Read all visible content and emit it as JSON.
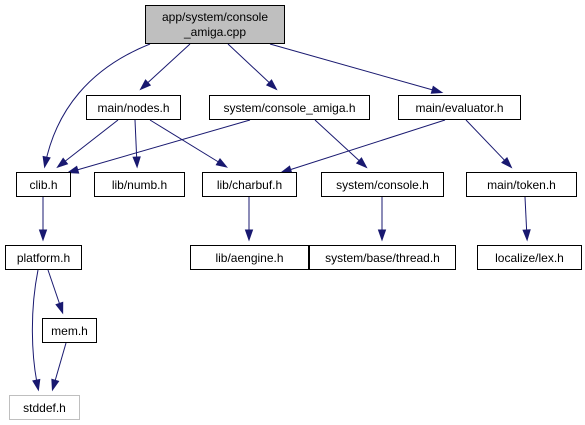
{
  "nodes": {
    "root": {
      "lines": [
        "app/system/console",
        "_amiga.cpp"
      ]
    },
    "main_nodes": {
      "lines": [
        "main/nodes.h"
      ]
    },
    "console_amiga": {
      "lines": [
        "system/console_amiga.h"
      ]
    },
    "evaluator": {
      "lines": [
        "main/evaluator.h"
      ]
    },
    "clib": {
      "lines": [
        "clib.h"
      ]
    },
    "numb": {
      "lines": [
        "lib/numb.h"
      ]
    },
    "charbuf": {
      "lines": [
        "lib/charbuf.h"
      ]
    },
    "console": {
      "lines": [
        "system/console.h"
      ]
    },
    "token": {
      "lines": [
        "main/token.h"
      ]
    },
    "platform": {
      "lines": [
        "platform.h"
      ]
    },
    "aengine": {
      "lines": [
        "lib/aengine.h"
      ]
    },
    "thread": {
      "lines": [
        "system/base/thread.h"
      ]
    },
    "lex": {
      "lines": [
        "localize/lex.h"
      ]
    },
    "mem": {
      "lines": [
        "mem.h"
      ]
    },
    "stddef": {
      "lines": [
        "stddef.h"
      ]
    }
  },
  "edges": [
    [
      "root",
      "main_nodes"
    ],
    [
      "root",
      "console_amiga"
    ],
    [
      "root",
      "evaluator"
    ],
    [
      "root",
      "clib"
    ],
    [
      "main_nodes",
      "clib"
    ],
    [
      "main_nodes",
      "numb"
    ],
    [
      "main_nodes",
      "charbuf"
    ],
    [
      "console_amiga",
      "clib"
    ],
    [
      "console_amiga",
      "console"
    ],
    [
      "evaluator",
      "charbuf"
    ],
    [
      "evaluator",
      "token"
    ],
    [
      "clib",
      "platform"
    ],
    [
      "charbuf",
      "aengine"
    ],
    [
      "console",
      "thread"
    ],
    [
      "token",
      "lex"
    ],
    [
      "platform",
      "mem"
    ],
    [
      "platform",
      "stddef"
    ],
    [
      "mem",
      "stddef"
    ]
  ],
  "colors": {
    "edge": "#191970",
    "root_fill": "#bfbfbf",
    "external_border": "#bfbfbf"
  }
}
